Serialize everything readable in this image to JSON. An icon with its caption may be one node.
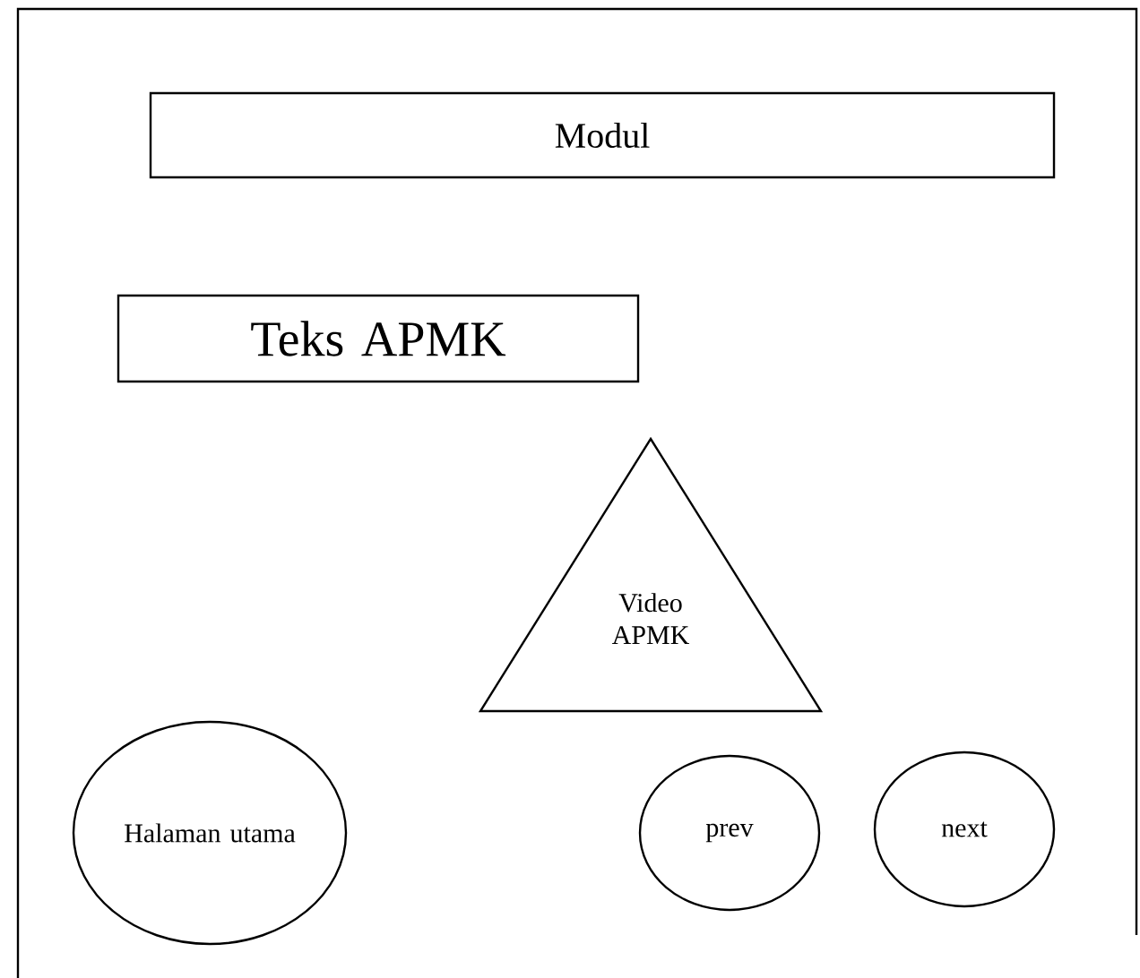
{
  "diagram": {
    "nodes": [
      {
        "text": [
          "Modul"
        ]
      },
      {
        "text": [
          "Teks APMK"
        ]
      },
      {
        "text": [
          "Video APMK"
        ]
      },
      {
        "text": [
          "Halaman utama"
        ]
      },
      {
        "text": [
          "prev"
        ]
      },
      {
        "text": [
          "next"
        ]
      }
    ]
  }
}
